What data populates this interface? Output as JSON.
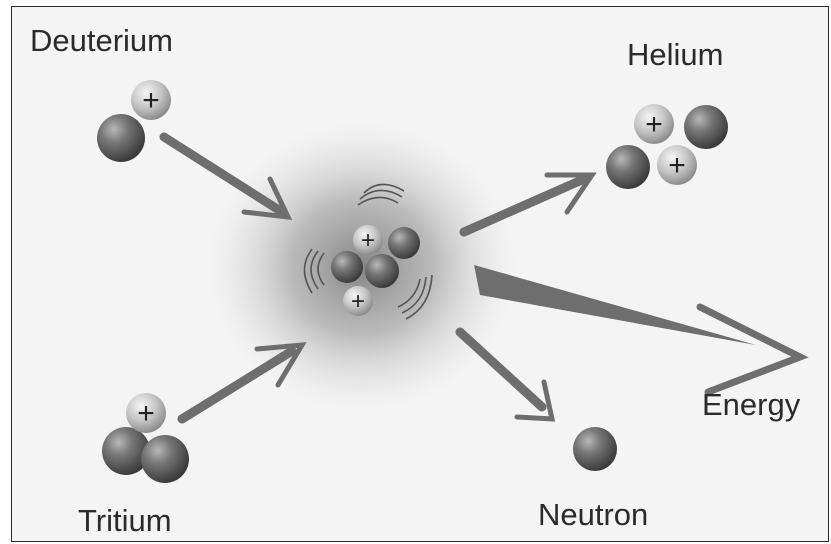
{
  "labels": {
    "deuterium": "Deuterium",
    "tritium": "Tritium",
    "helium": "Helium",
    "neutron": "Neutron",
    "energy": "Energy"
  },
  "symbols": {
    "proton": "+"
  },
  "colors": {
    "background": "#f4f4f4",
    "arrow": "#6e6e6e",
    "neutron_sphere": "#6c6c6c",
    "proton_sphere": "#c9c9c9",
    "glow": "#9a9a9a",
    "text": "#2b2b2b"
  }
}
